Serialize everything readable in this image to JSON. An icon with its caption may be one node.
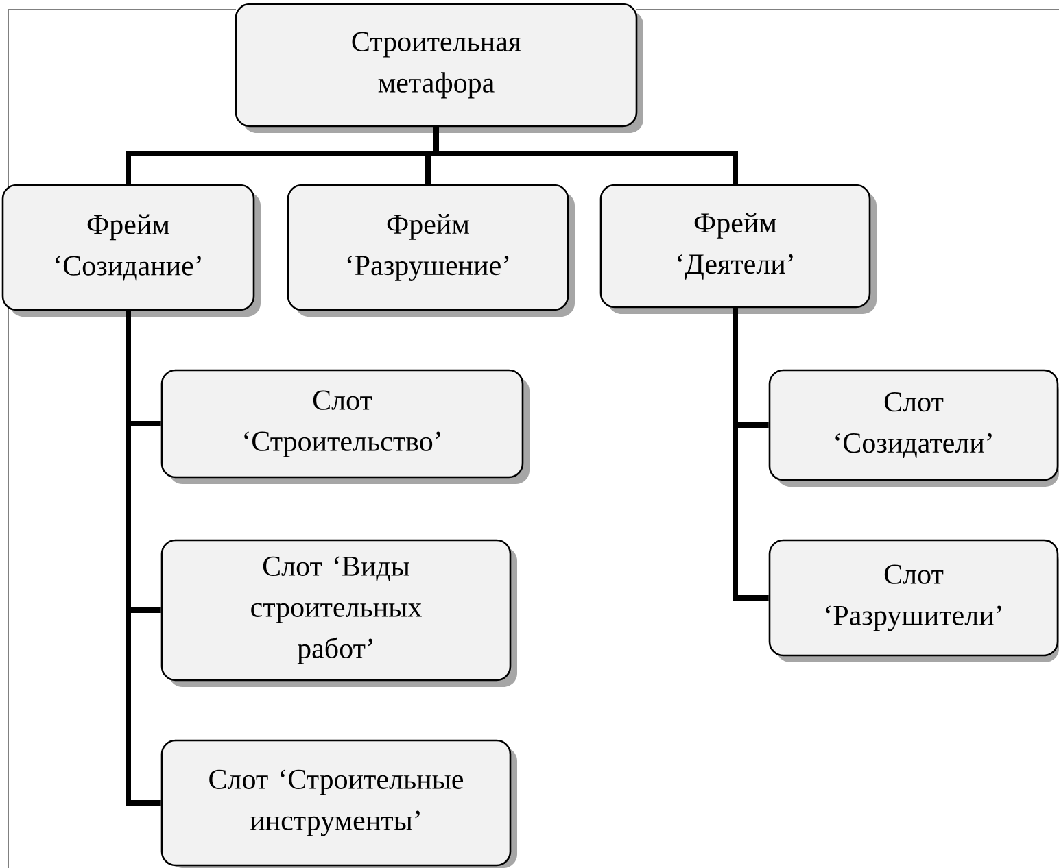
{
  "diagram": {
    "nodes": [
      {
        "text": [
          "Строительная метафора"
        ]
      },
      {
        "text": [
          "Фрейм ‘Созидание’"
        ]
      },
      {
        "text": [
          "Фрейм ‘Разрушение’"
        ]
      },
      {
        "text": [
          "Фрейм ‘Деятели’"
        ]
      },
      {
        "text": [
          "Слот ‘Строительство’"
        ]
      },
      {
        "text": [
          "Слот ‘Виды строительных работ’"
        ]
      },
      {
        "text": [
          "Слот ‘Строительные инструменты’"
        ]
      },
      {
        "text": [
          "Слот ‘Созидатели’"
        ]
      },
      {
        "text": [
          "Слот ‘Разрушители’"
        ]
      }
    ],
    "edges": [
      {
        "from": 0,
        "to": 1,
        "arrow": "none"
      },
      {
        "from": 0,
        "to": 2,
        "arrow": "none"
      },
      {
        "from": 0,
        "to": 3,
        "arrow": "none"
      },
      {
        "from": 1,
        "to": 4,
        "arrow": "none"
      },
      {
        "from": 1,
        "to": 5,
        "arrow": "none"
      },
      {
        "from": 1,
        "to": 6,
        "arrow": "none"
      },
      {
        "from": 3,
        "to": 7,
        "arrow": "none"
      },
      {
        "from": 3,
        "to": 8,
        "arrow": "none"
      }
    ]
  }
}
